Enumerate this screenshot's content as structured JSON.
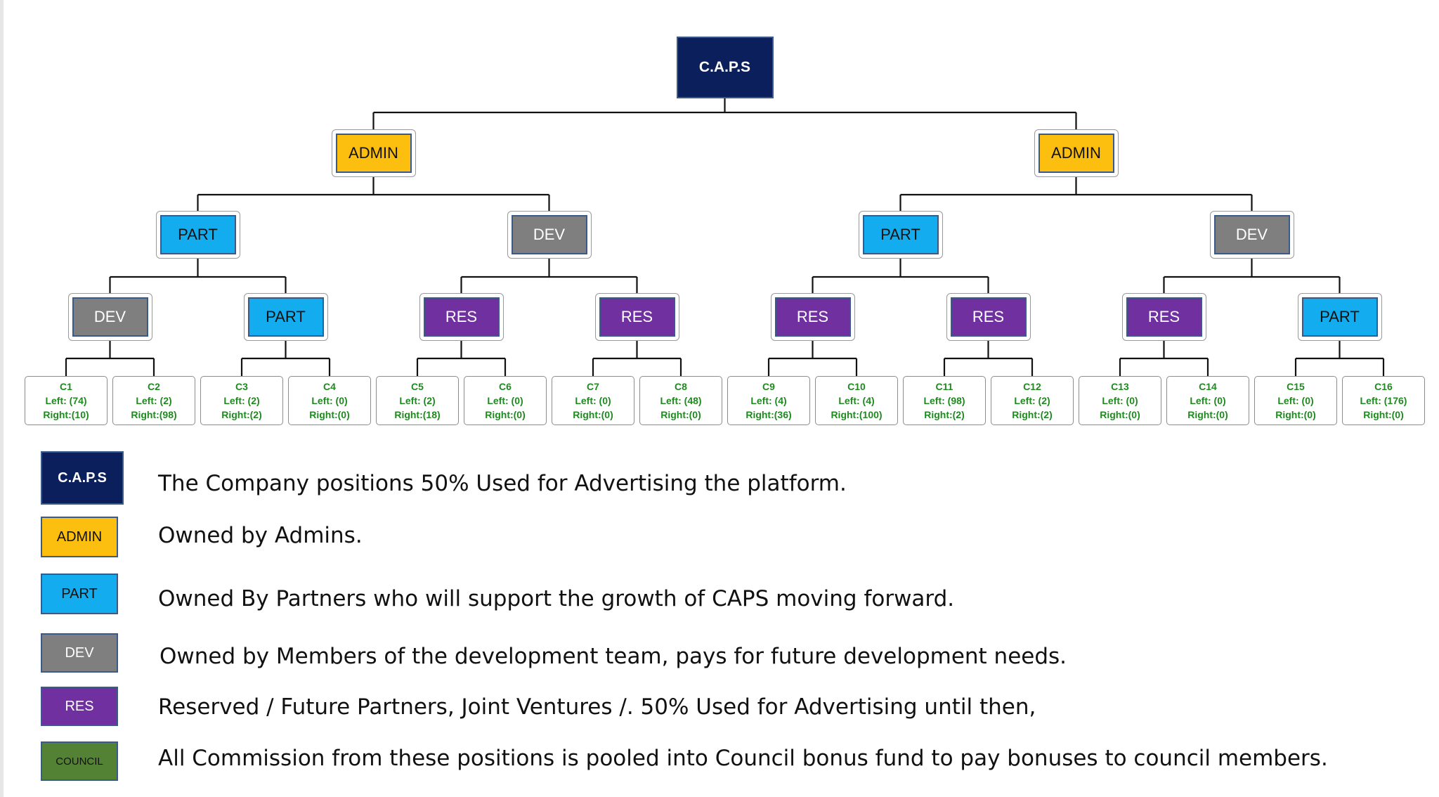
{
  "colors": {
    "caps": "#0b1f5c",
    "admin": "#fdbf0f",
    "part": "#13adef",
    "dev": "#7f7f7f",
    "res": "#7030a0",
    "council": "#548235",
    "leaf_text": "#1f8a1f"
  },
  "tree": {
    "root": "C.A.P.S",
    "level1": [
      "ADMIN",
      "ADMIN"
    ],
    "level2": [
      "PART",
      "DEV",
      "PART",
      "DEV"
    ],
    "level3": [
      "DEV",
      "PART",
      "RES",
      "RES",
      "RES",
      "RES",
      "RES",
      "PART"
    ],
    "leaves": [
      {
        "name": "C1",
        "left": "Left: (74)",
        "right": "Right:(10)"
      },
      {
        "name": "C2",
        "left": "Left: (2)",
        "right": "Right:(98)"
      },
      {
        "name": "C3",
        "left": "Left: (2)",
        "right": "Right:(2)"
      },
      {
        "name": "C4",
        "left": "Left: (0)",
        "right": "Right:(0)"
      },
      {
        "name": "C5",
        "left": "Left: (2)",
        "right": "Right:(18)"
      },
      {
        "name": "C6",
        "left": "Left: (0)",
        "right": "Right:(0)"
      },
      {
        "name": "C7",
        "left": "Left: (0)",
        "right": "Right:(0)"
      },
      {
        "name": "C8",
        "left": "Left: (48)",
        "right": "Right:(0)"
      },
      {
        "name": "C9",
        "left": "Left: (4)",
        "right": "Right:(36)"
      },
      {
        "name": "C10",
        "left": "Left: (4)",
        "right": "Right:(100)"
      },
      {
        "name": "C11",
        "left": "Left: (98)",
        "right": "Right:(2)"
      },
      {
        "name": "C12",
        "left": "Left: (2)",
        "right": "Right:(2)"
      },
      {
        "name": "C13",
        "left": "Left: (0)",
        "right": "Right:(0)"
      },
      {
        "name": "C14",
        "left": "Left: (0)",
        "right": "Right:(0)"
      },
      {
        "name": "C15",
        "left": "Left: (0)",
        "right": "Right:(0)"
      },
      {
        "name": "C16",
        "left": "Left: (176)",
        "right": "Right:(0)"
      }
    ]
  },
  "legend": [
    {
      "key": "caps",
      "label": "C.A.P.S",
      "text": "The Company positions 50% Used for Advertising the platform."
    },
    {
      "key": "admin",
      "label": "ADMIN",
      "text": "Owned by Admins."
    },
    {
      "key": "part",
      "label": "PART",
      "text": "Owned By Partners who will support the growth of CAPS moving forward."
    },
    {
      "key": "dev",
      "label": "DEV",
      "text": "Owned by Members of the development team, pays for future development needs."
    },
    {
      "key": "res",
      "label": "RES",
      "text": "Reserved / Future Partners, Joint Ventures /. 50% Used for Advertising until then,"
    },
    {
      "key": "council",
      "label": "COUNCIL",
      "text": "All Commission from these positions is pooled into Council bonus fund to pay bonuses to council members."
    }
  ]
}
